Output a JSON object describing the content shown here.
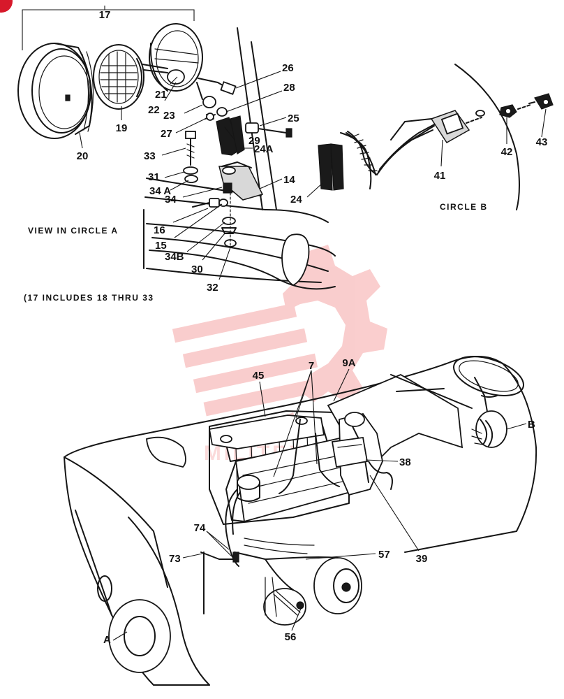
{
  "colors": {
    "ink": "#151515",
    "watermark": "#e8211f",
    "badge": "#d7192b"
  },
  "watermark": {
    "icon": "gear-logo-icon",
    "text": "MILITEX"
  },
  "captions": {
    "view_circle_a": "VIEW IN CIRCLE A",
    "circle_b": "CIRCLE B",
    "includes_note": "(17 INCLUDES 18 THRU 33"
  },
  "callouts": {
    "c17": "17",
    "c26": "26",
    "c28": "28",
    "c21": "21",
    "c22": "22",
    "c23": "23",
    "c19": "19",
    "c20": "20",
    "c27": "27",
    "c25": "25",
    "c29": "29",
    "c24a": "24A",
    "c33": "33",
    "c31": "31",
    "c34a": "34 A",
    "c14": "14",
    "c34": "34",
    "c24": "24",
    "c16": "16",
    "c15": "15",
    "c34b": "34B",
    "c30": "30",
    "c32": "32",
    "c41": "41",
    "c42": "42",
    "c43": "43",
    "c45": "45",
    "c7": "7",
    "c9a": "9A",
    "cB": "B",
    "c38": "38",
    "c39": "39",
    "c74": "74",
    "c73": "73",
    "c57": "57",
    "c56": "56",
    "cA": "A"
  }
}
